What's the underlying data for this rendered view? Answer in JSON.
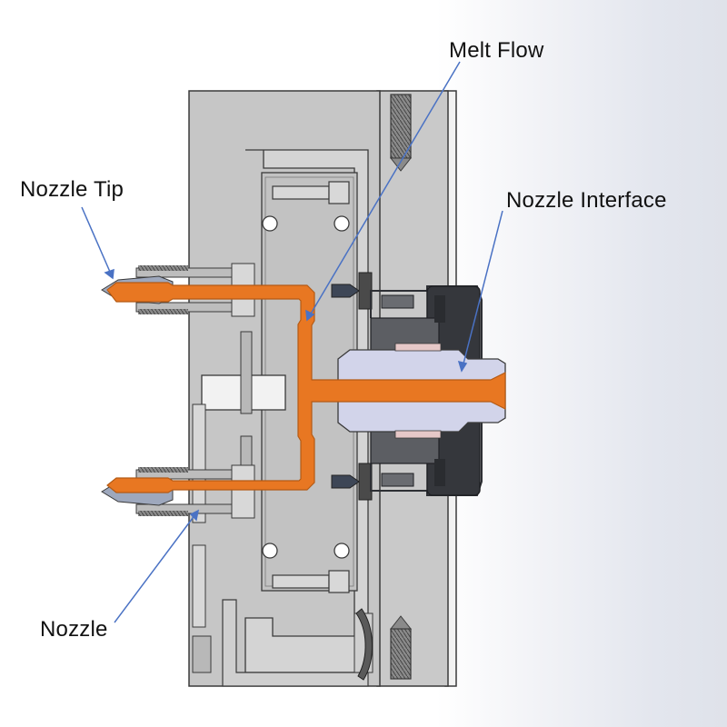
{
  "labels": {
    "melt_flow": "Melt Flow",
    "nozzle_tip": "Nozzle Tip",
    "nozzle_interface": "Nozzle Interface",
    "nozzle": "Nozzle"
  },
  "colors": {
    "melt": "#e87722",
    "melt_dark": "#b45a14",
    "steel": "#c8c8c8",
    "steel_light": "#dcdcdc",
    "steel_dark": "#9a9a9a",
    "outline": "#3a3a3a",
    "leader": "#4a72c4",
    "interface": "#d2d4ea",
    "dark_part": "#2d2f34"
  }
}
